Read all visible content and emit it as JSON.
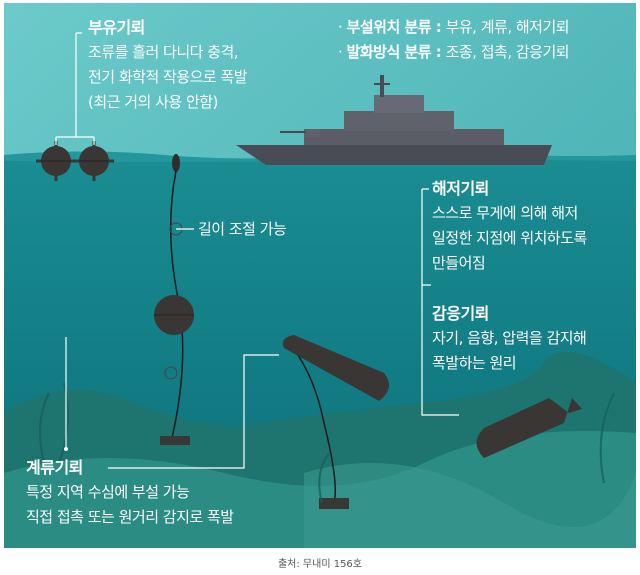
{
  "classification": [
    {
      "label": "부설위치 분류 :",
      "value": "부유, 계류, 해저기뢰"
    },
    {
      "label": "발화방식 분류 :",
      "value": "조종, 접촉, 감응기뢰"
    }
  ],
  "floating_mine": {
    "title": "부유기뢰",
    "lines": [
      "조류를 흘러 다니다 충격,",
      "전기 화학적 작용으로 폭발",
      "(최근 거의 사용 안함)"
    ]
  },
  "depth_note": "길이 조절 가능",
  "bottom_mine": {
    "title": "해저기뢰",
    "lines": [
      "스스로 무게에 의해 해저",
      "일정한 지점에 위치하도록",
      "만들어짐"
    ]
  },
  "influence_mine": {
    "title": "감응기뢰",
    "lines": [
      "자기, 음향, 압력을 감지해",
      "폭발하는 원리"
    ]
  },
  "moored_mine": {
    "title": "계류기뢰",
    "lines": [
      "특정 지역 수심에 부설 가능",
      "직접 접촉 또는 원거리 감지로 폭발"
    ]
  },
  "caption": "출처: 무내미 156호",
  "colors": {
    "sky": "#5dbcbd",
    "sea": "#0f7f86",
    "seabed": "#1d6f6a",
    "mine": "#3a3634",
    "ship": "#4a4c55"
  }
}
